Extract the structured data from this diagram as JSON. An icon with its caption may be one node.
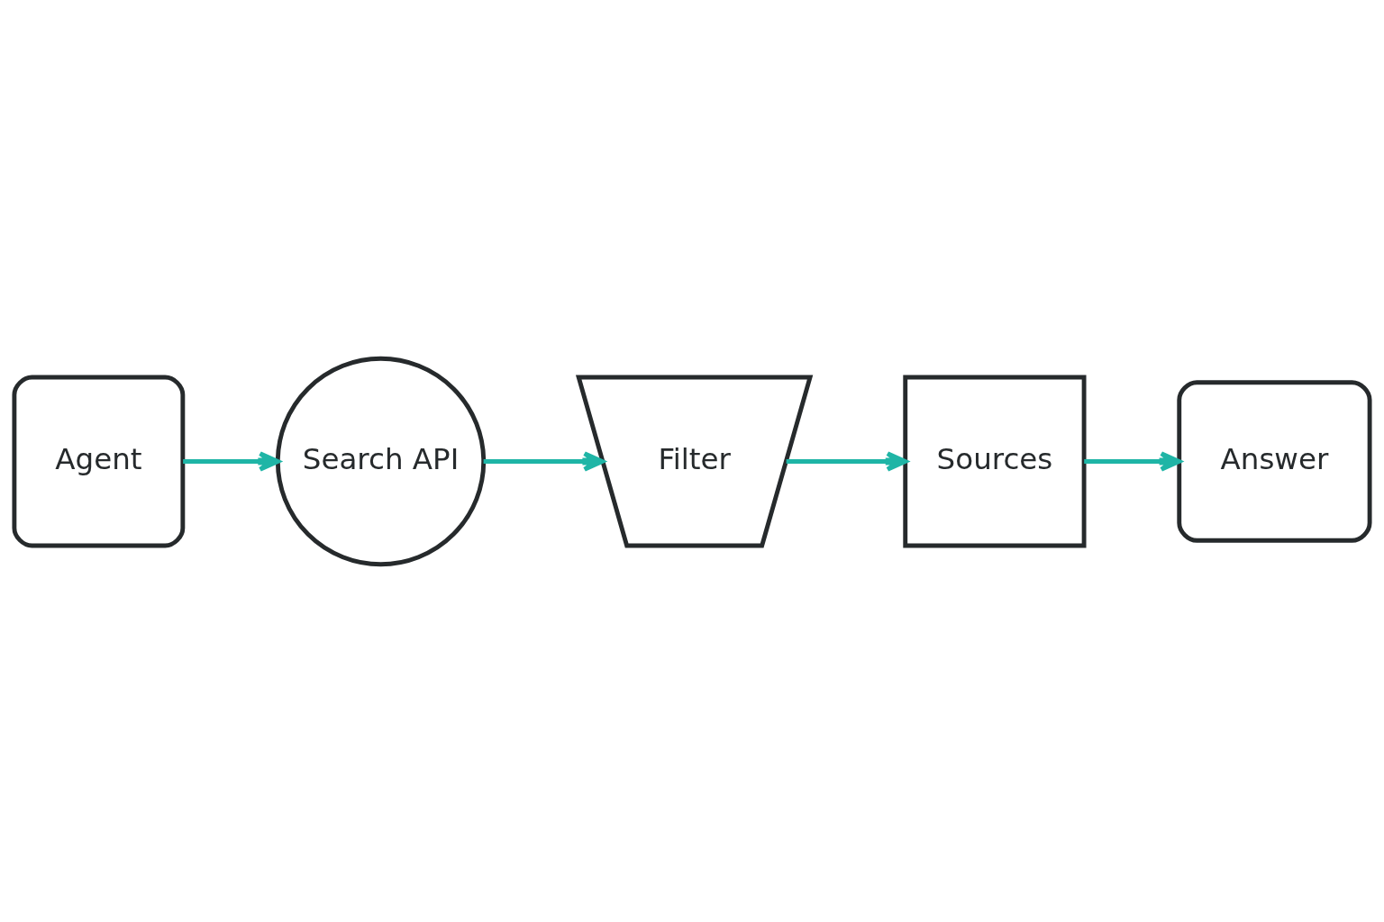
{
  "diagram": {
    "nodes": [
      {
        "text": [
          "Agent"
        ]
      },
      {
        "text": [
          "Search API"
        ]
      },
      {
        "text": [
          "Filter"
        ]
      },
      {
        "text": [
          "Sources"
        ]
      },
      {
        "text": [
          "Answer"
        ]
      }
    ],
    "edges": [
      {
        "from": 0,
        "to": 1,
        "arrow": "to"
      },
      {
        "from": 1,
        "to": 2,
        "arrow": "to"
      },
      {
        "from": 2,
        "to": 3,
        "arrow": "to"
      },
      {
        "from": 3,
        "to": 4,
        "arrow": "to"
      }
    ]
  }
}
